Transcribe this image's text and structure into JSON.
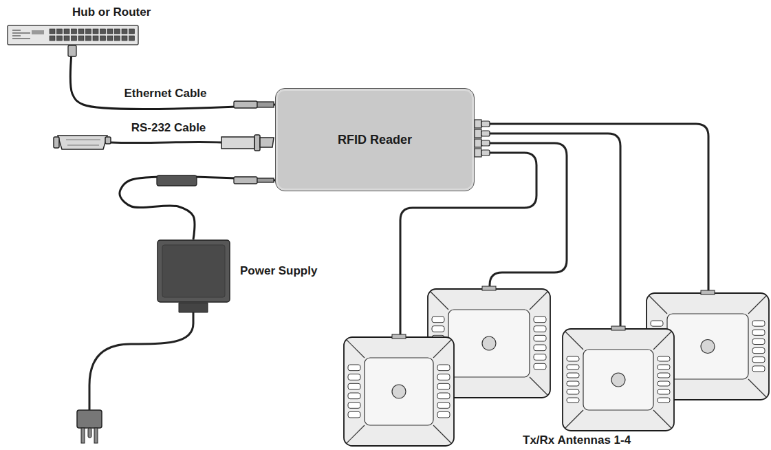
{
  "diagram": {
    "nodes": [
      {
        "text": [
          "Hub or Router"
        ]
      },
      {
        "text": [
          "RFID Reader"
        ]
      },
      {
        "text": [
          "Power Supply"
        ]
      }
    ],
    "edges": [
      {
        "from": 0,
        "to": 1,
        "label": "Ethernet Cable",
        "arrow": "none"
      },
      {
        "from": 2,
        "to": 1,
        "arrow": "none"
      }
    ],
    "labels": [
      "RS-232 Cable",
      "Tx/Rx Antennas 1-4"
    ]
  }
}
